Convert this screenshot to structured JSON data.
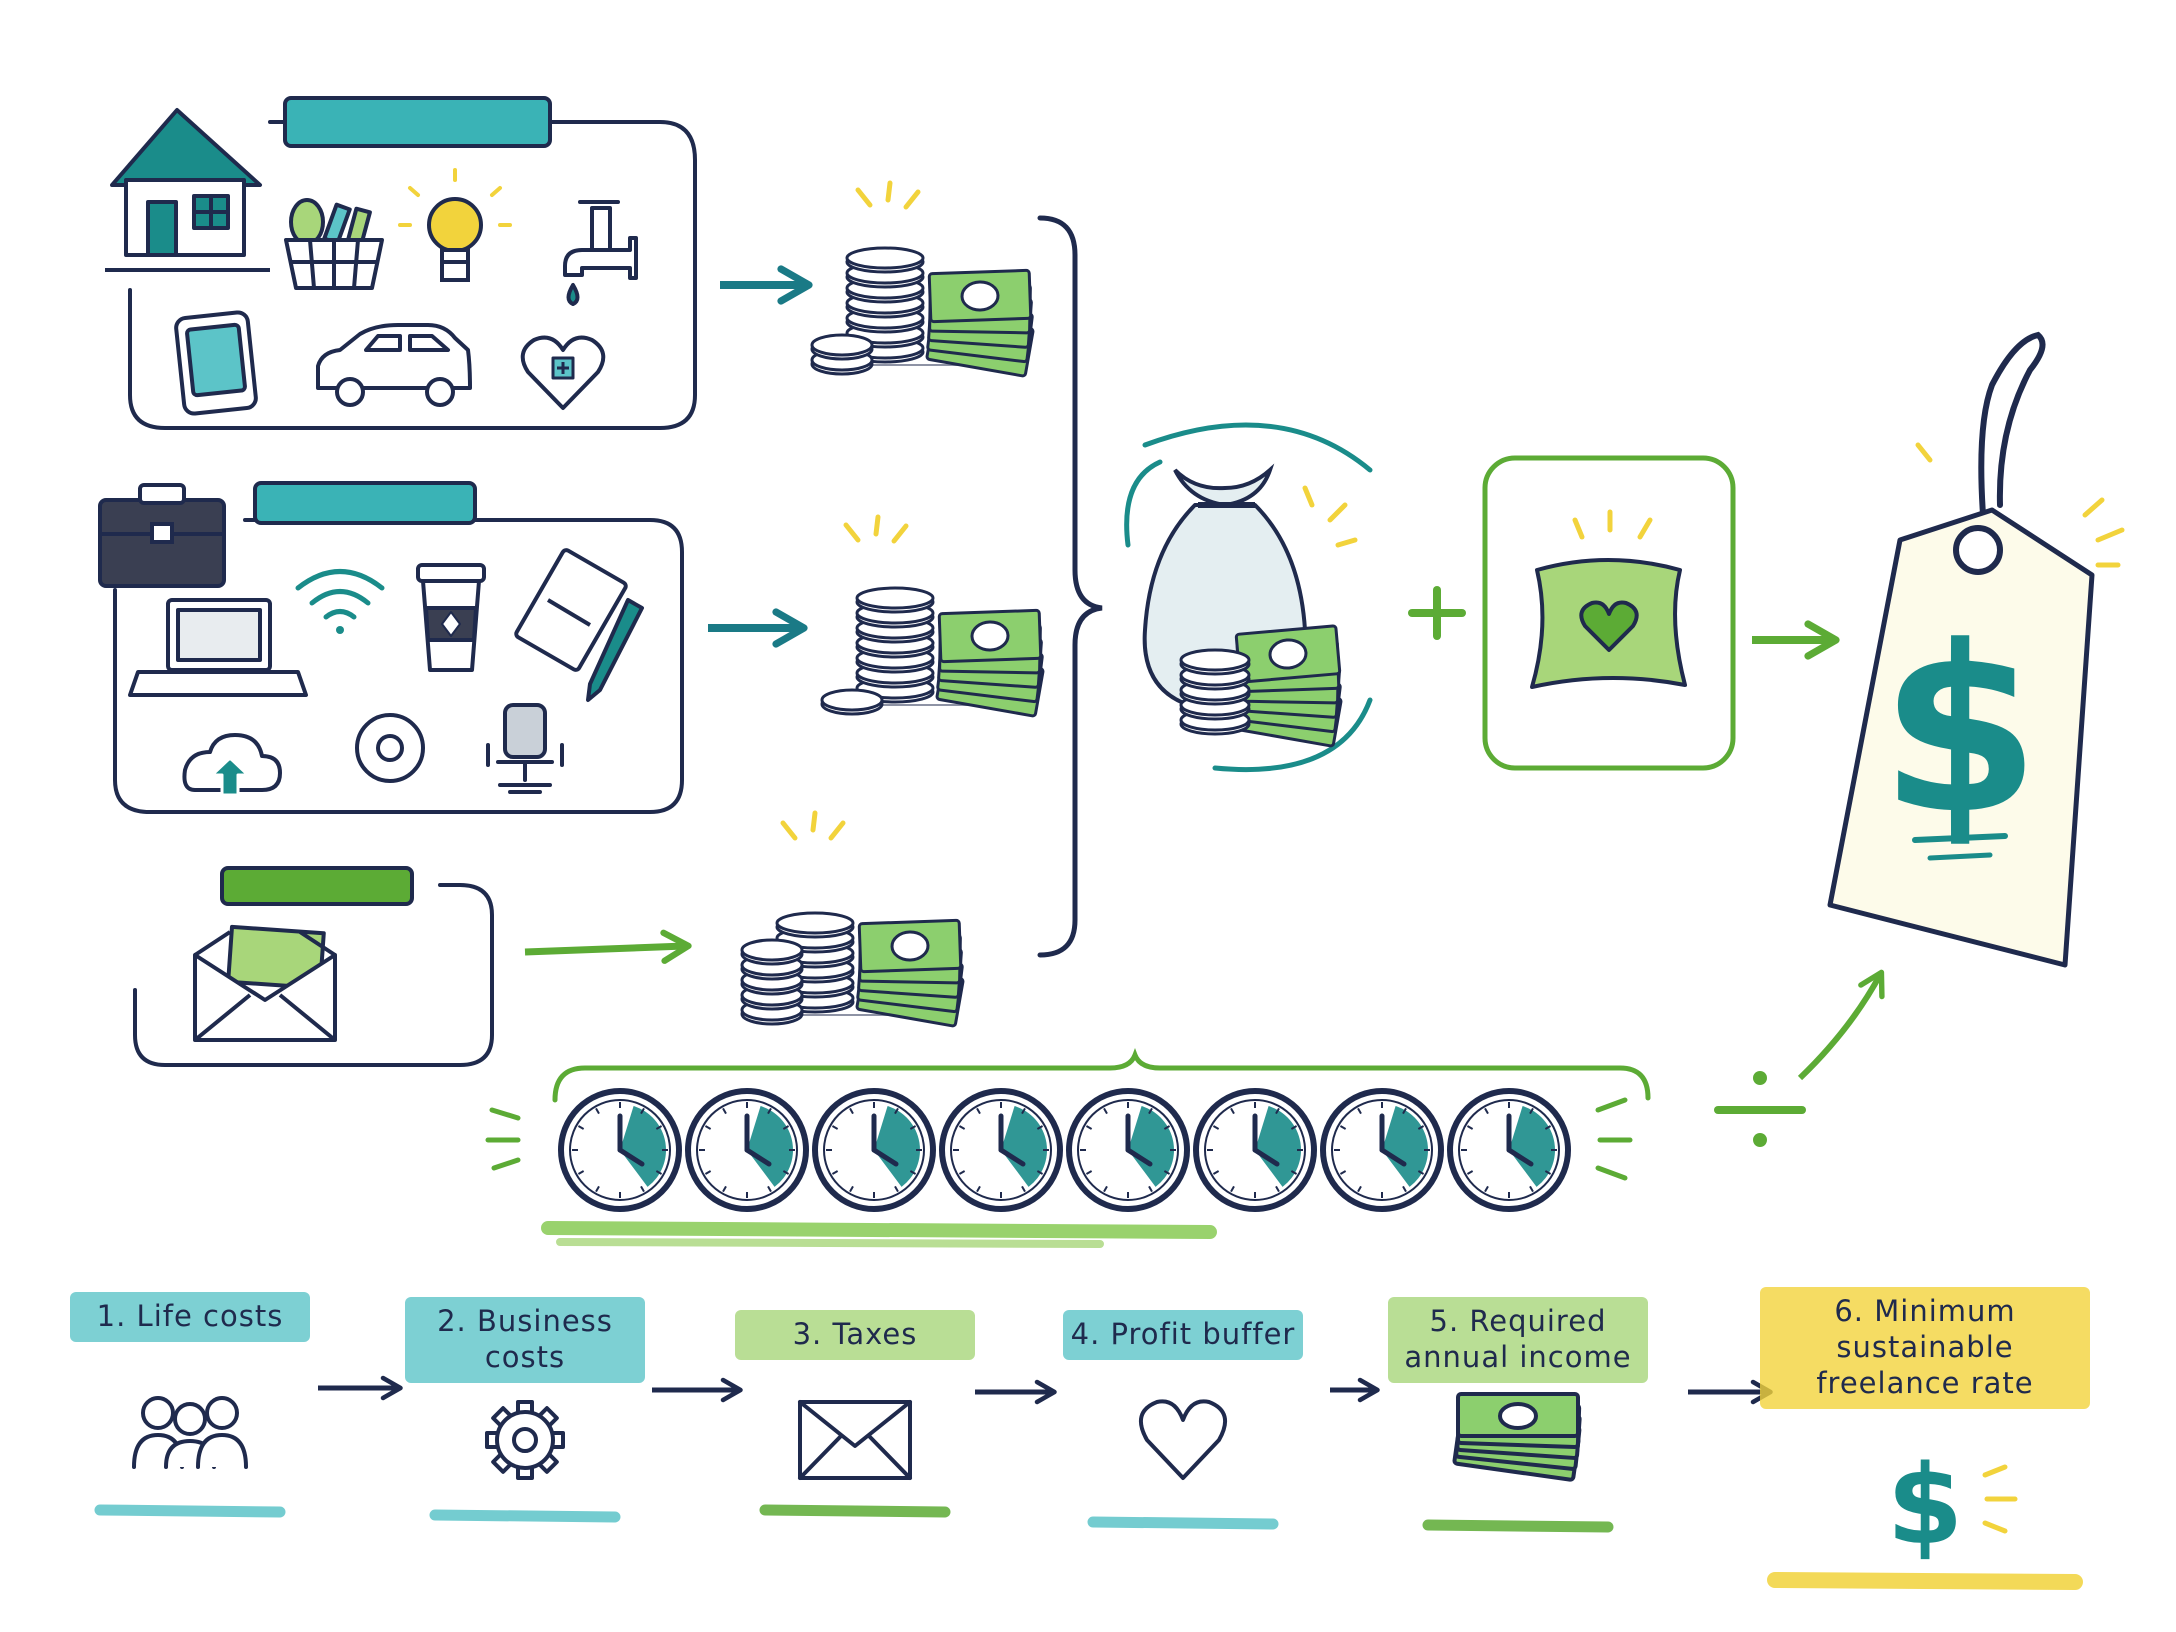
{
  "colors": {
    "ink": "#1f2a4d",
    "teal": "#1a8c8a",
    "teal_light": "#5cc4c8",
    "green": "#5cab35",
    "green_light": "#a8d67a",
    "yellow": "#f2d33c",
    "money_green": "#8ccf6e"
  },
  "icons": {
    "life_costs": [
      "house-icon",
      "grocery-basket-icon",
      "lightbulb-icon",
      "faucet-icon",
      "phone-icon",
      "car-icon",
      "heart-health-icon"
    ],
    "business_costs": [
      "briefcase-icon",
      "wifi-icon",
      "coffee-cup-icon",
      "notebook-icon",
      "pen-icon",
      "laptop-icon",
      "cloud-upload-icon",
      "gear-icon",
      "office-chair-icon"
    ],
    "taxes": [
      "envelope-icon"
    ],
    "summary": [
      "money-bag-icon",
      "pillow-heart-icon",
      "price-tag-icon"
    ],
    "operators": {
      "plus": "+",
      "divide": "÷"
    }
  },
  "hours": {
    "clock_count": 8,
    "shaded_fraction": 0.35
  },
  "steps": [
    {
      "id": "life",
      "lines": [
        "1. Life costs"
      ],
      "icon": "people-icon",
      "highlight": "#5cc4c8",
      "underline": "#5cc4c8"
    },
    {
      "id": "business",
      "lines": [
        "2. Business",
        "costs"
      ],
      "icon": "gear-icon",
      "highlight": "#5cc4c8",
      "underline": "#5cc4c8"
    },
    {
      "id": "taxes",
      "lines": [
        "3. Taxes"
      ],
      "icon": "envelope-icon",
      "highlight": "#a8d67a",
      "underline": "#5cab35"
    },
    {
      "id": "profit",
      "lines": [
        "4. Profit buffer"
      ],
      "icon": "heart-icon",
      "highlight": "#5cc4c8",
      "underline": "#5cc4c8"
    },
    {
      "id": "income",
      "lines": [
        "5. Required",
        "annual income"
      ],
      "icon": "cash-icon",
      "highlight": "#a8d67a",
      "underline": "#5cab35"
    },
    {
      "id": "rate",
      "lines": [
        "6. Minimum",
        "sustainable",
        "freelance rate"
      ],
      "icon": "dollar-icon",
      "highlight": "#f2d33c",
      "underline": "#f2d33c"
    }
  ]
}
